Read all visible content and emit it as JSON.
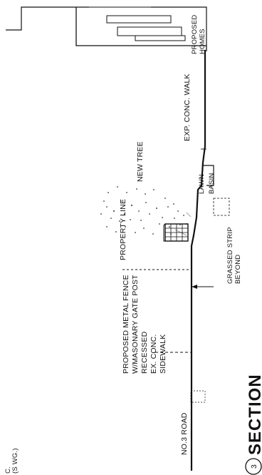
{
  "labels": {
    "proposed_homes_line1": "PROPOSED",
    "proposed_homes_line2": "HOMES",
    "exp_walk": "EXP. CONC. WALK",
    "new_tree": "NEW TREE",
    "lawn": "LAWN",
    "basin": "BASIN",
    "property_line": "PROPERTY LINE",
    "fence_line1": "PROPOSED METAL FENCE",
    "fence_line2": "W/MASONARY GATE POST",
    "fence_line3": "RECESSED",
    "sidewalk_line1": "EX. CONC.",
    "sidewalk_line2": "SIDEWALK",
    "grassed_line1": "GRASSED STRIP",
    "grassed_line2": "BEYOND",
    "road": "NO.3 ROAD",
    "section_title": "SECTION",
    "section_number": "3",
    "corner_note": "C.\n(S WG.)"
  }
}
